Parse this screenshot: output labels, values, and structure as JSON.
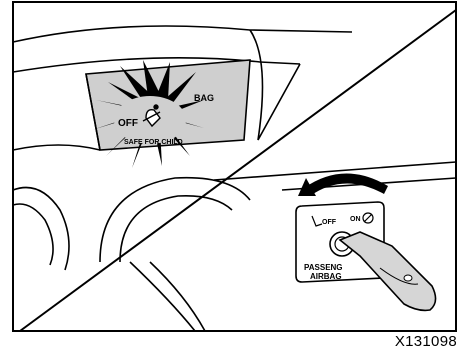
{
  "panel_label": {
    "off": "OFF",
    "safe_for_child": "SAFE FOR CHILD",
    "airbag_partial": "BAG"
  },
  "key_switch": {
    "off": "OFF",
    "on": "ON",
    "passenger_partial": "PASSENG",
    "airbag": "AIRBAG"
  },
  "figure_code": "X131098"
}
